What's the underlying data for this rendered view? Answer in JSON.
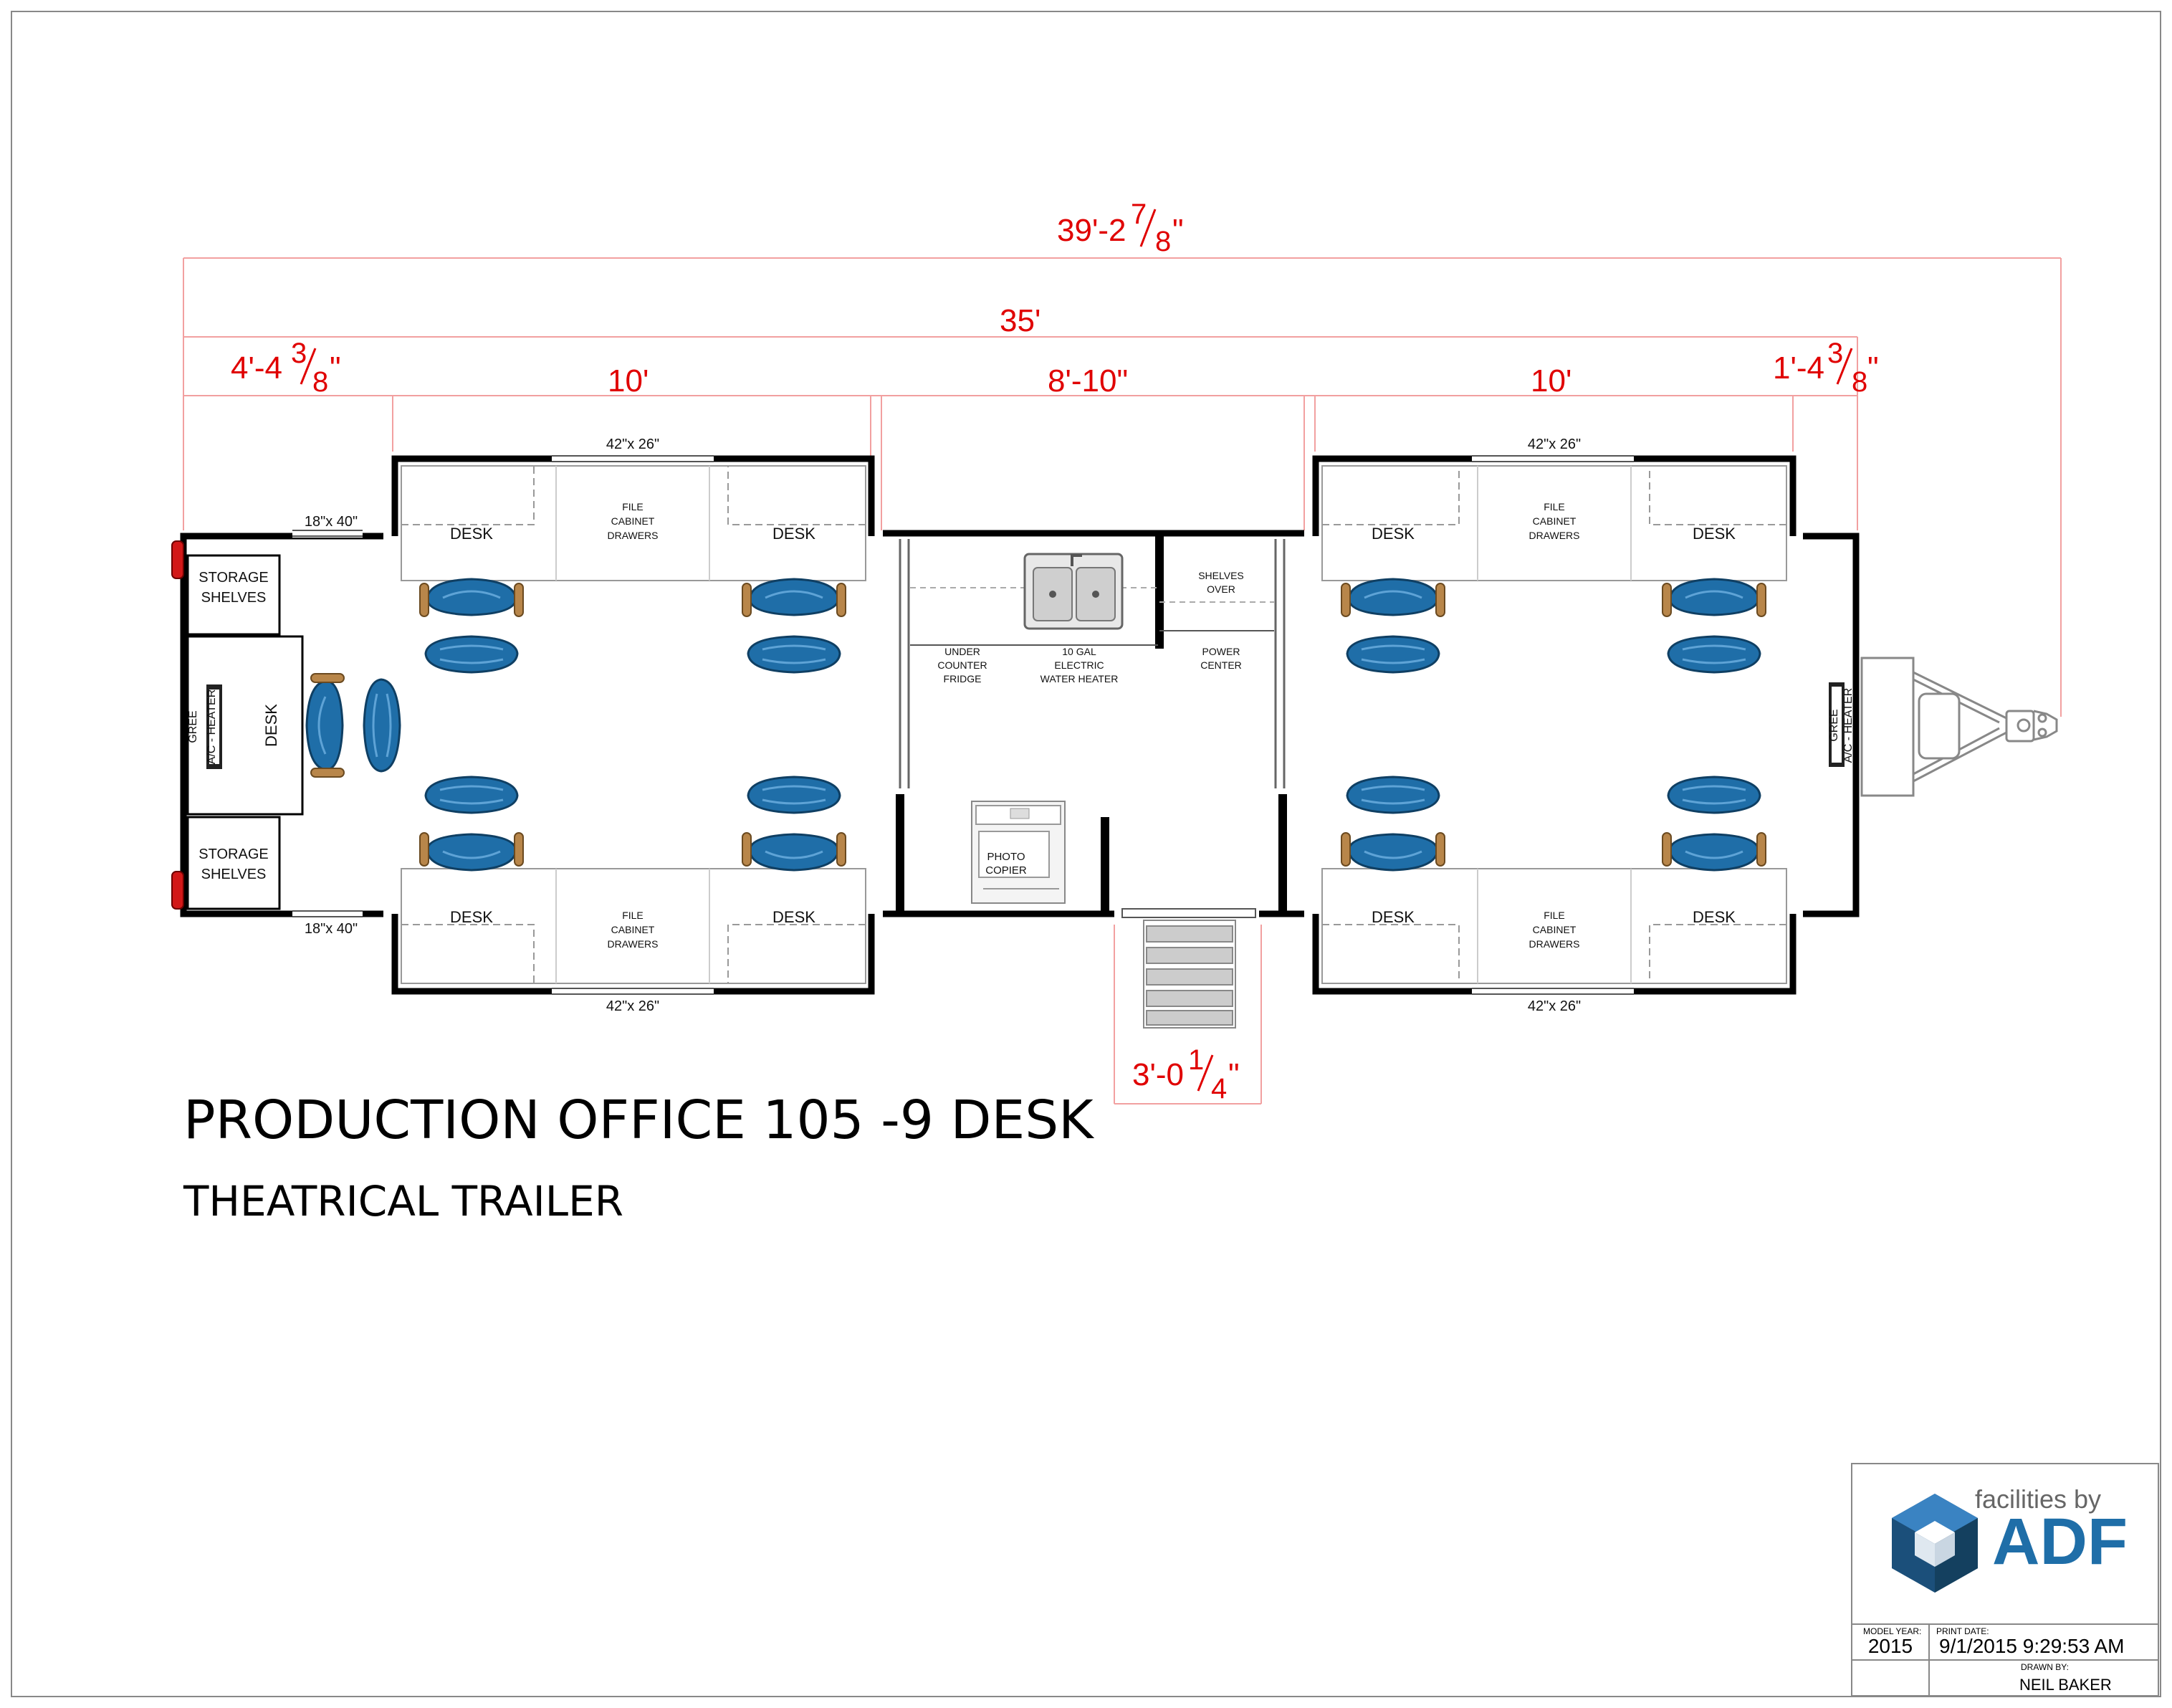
{
  "dimensions": {
    "overall": {
      "main": "39'-2",
      "num": "7",
      "den": "8",
      "unit": "\""
    },
    "body": "35'",
    "front": {
      "main": "4'-4",
      "num": "3",
      "den": "8",
      "unit": "\""
    },
    "left_office": "10'",
    "center": "8'-10\"",
    "right_office": "10'",
    "rear": {
      "main": "1'-4",
      "num": "3",
      "den": "8",
      "unit": "\""
    },
    "steps": {
      "main": "3'-0",
      "num": "1",
      "den": "4",
      "unit": "\""
    }
  },
  "labels": {
    "window_large": "42\"x 26\"",
    "window_small": "18\"x 40\"",
    "desk": "DESK",
    "file_cabinet": [
      "FILE",
      "CABINET",
      "DRAWERS"
    ],
    "storage": [
      "STORAGE",
      "SHELVES"
    ],
    "ac_heater": [
      "GREE",
      "A/C - HEATER"
    ],
    "fridge": [
      "UNDER",
      "COUNTER",
      "FRIDGE"
    ],
    "water_heater": [
      "10 GAL",
      "ELECTRIC",
      "WATER HEATER"
    ],
    "shelves_over": [
      "SHELVES",
      "OVER"
    ],
    "power_center": [
      "POWER",
      "CENTER"
    ],
    "copier": [
      "PHOTO",
      "COPIER"
    ]
  },
  "title": {
    "main": "PRODUCTION OFFICE 105 -9 DESK",
    "sub": "THEATRICAL TRAILER"
  },
  "title_block": {
    "brand_small": "facilities by",
    "brand_large": "ADF",
    "model_year_label": "MODEL YEAR:",
    "model_year": "2015",
    "print_date_label": "PRINT DATE:",
    "print_date": "9/1/2015 9:29:53 AM",
    "drawn_by_label": "DRAWN BY:",
    "drawn_by": "NEIL BAKER"
  },
  "colors": {
    "dimension": "#e00000",
    "chair": "#1f6ea8",
    "wall": "#000000",
    "tail_light": "#d21818",
    "logo_dark": "#1b4f7a",
    "logo_light": "#3a83c2",
    "logo_text": "#1f6ea8"
  }
}
